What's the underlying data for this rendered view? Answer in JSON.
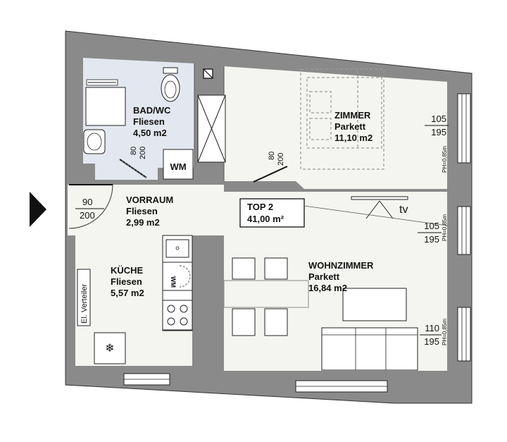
{
  "unit": {
    "label": "TOP 2",
    "area": "41,00 m²"
  },
  "rooms": {
    "bad": {
      "name": "BAD/WC",
      "floor": "Fliesen",
      "area": "4,50 m2",
      "appliance": "WM"
    },
    "zimmer": {
      "name": "ZIMMER",
      "floor": "Parkett",
      "area": "11,10 m2"
    },
    "vorraum": {
      "name": "VORRAUM",
      "floor": "Fliesen",
      "area": "2,99 m2"
    },
    "kueche": {
      "name": "KÜCHE",
      "floor": "Fliesen",
      "area": "5,57 m2",
      "panel": "El. Verteiler"
    },
    "wohnzimmer": {
      "name": "WOHNZIMMER",
      "floor": "Parkett",
      "area": "16,84 m2",
      "tv": "tv"
    }
  },
  "doors": {
    "bad": {
      "width": "80",
      "height": "200"
    },
    "zimmer": {
      "width": "80",
      "height": "200"
    },
    "entrance": {
      "width": "90",
      "height": "200"
    }
  },
  "windows": {
    "zimmer": {
      "width": "105",
      "height": "195",
      "parapet": "PH=0,85m"
    },
    "wohn_upper": {
      "width": "105",
      "height": "195",
      "parapet": "PH=0,85m"
    },
    "wohn_lower": {
      "width": "110",
      "height": "195",
      "parapet": "PH=0,85m"
    }
  },
  "icons": {
    "entrance": "entrance-arrow-icon",
    "shaft": "shaft-icon",
    "freezer": "snowflake-icon",
    "stove": "cooktop-icon"
  },
  "colors": {
    "wall": "#888888",
    "tile": "#e2e6ee",
    "parquet": "#f3f3ef",
    "line": "#222222"
  }
}
